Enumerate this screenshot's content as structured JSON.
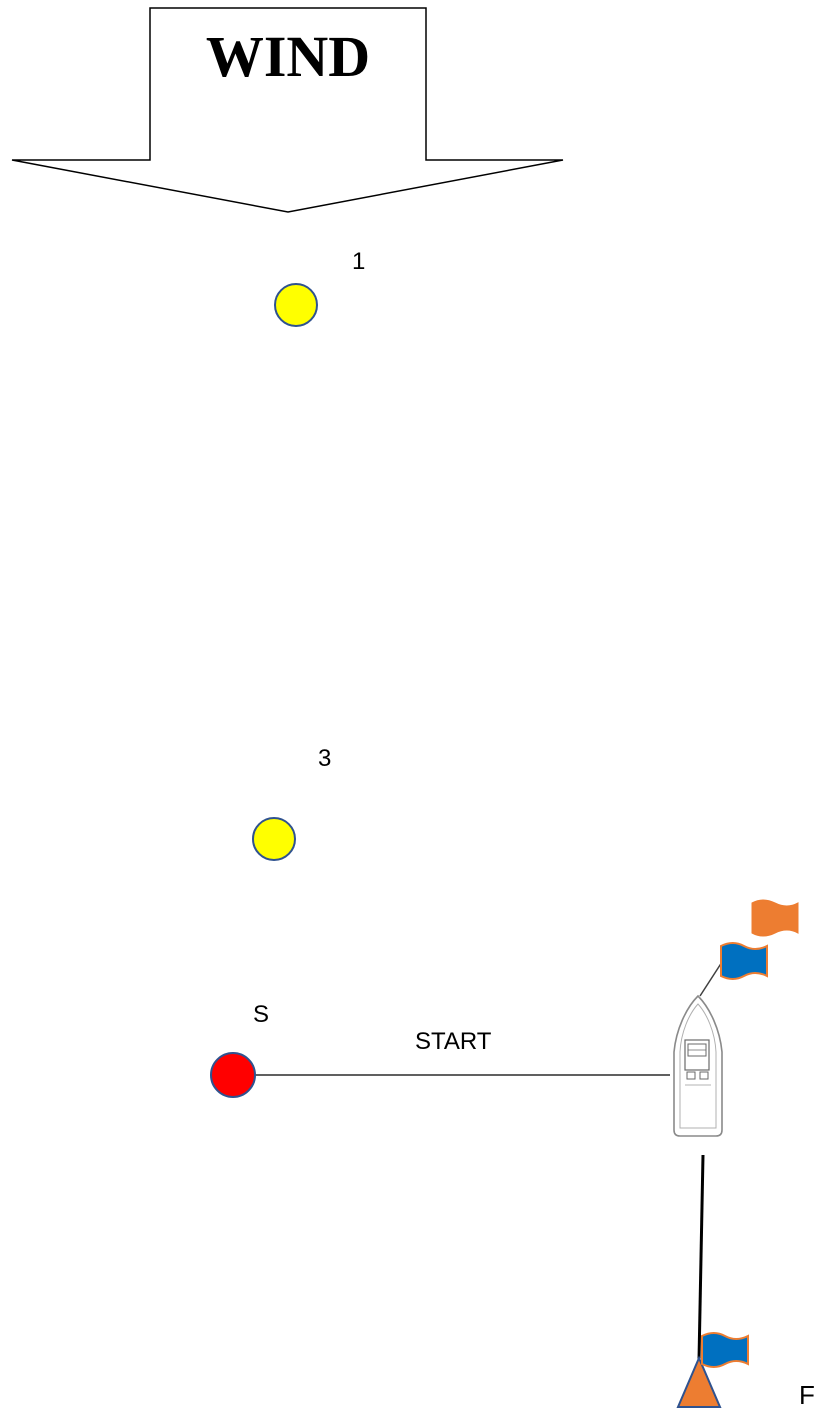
{
  "wind": {
    "label": "WIND",
    "direction": "down"
  },
  "marks": [
    {
      "id": "1",
      "label": "1",
      "color": "#FFFF00"
    },
    {
      "id": "3",
      "label": "3",
      "color": "#FFFF00"
    },
    {
      "id": "S",
      "label": "S",
      "color": "#FF0000"
    }
  ],
  "start_line": {
    "label": "START"
  },
  "finish": {
    "label": "F",
    "buoy_color": "#ED7D31"
  },
  "flags": {
    "orange": "#ED7D31",
    "blue": "#0070C0"
  },
  "outline_color": "#2F528F"
}
